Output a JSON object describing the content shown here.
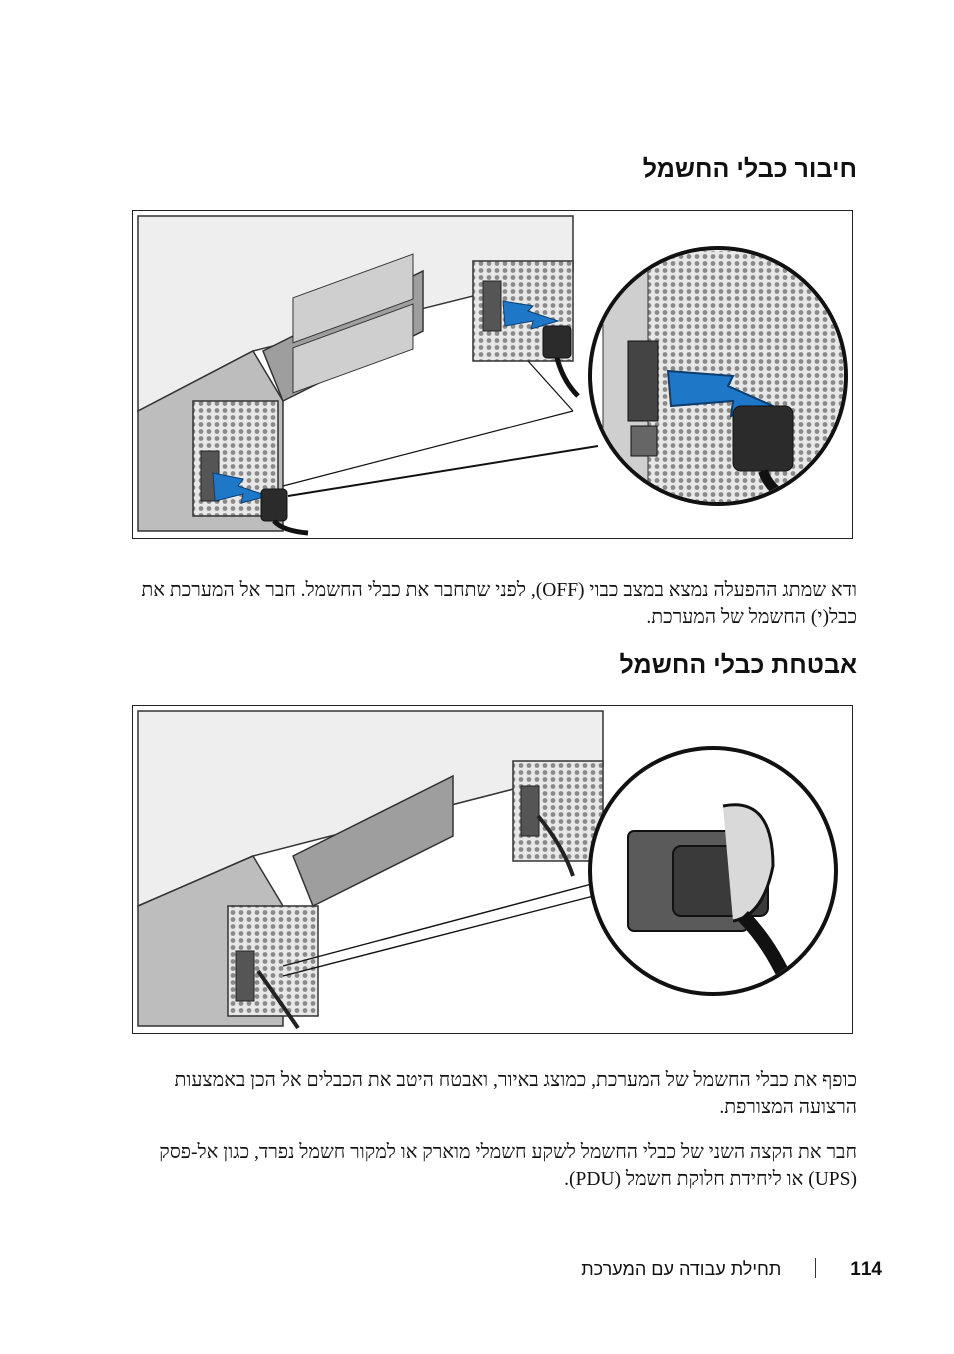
{
  "sections": [
    {
      "title": "חיבור כבלי החשמל",
      "body": "ודא שמתג ההפעלה נמצא במצב כבוי (OFF), לפני שתחבר את כבלי החשמל. חבר אל המערכת את כבל(י) החשמל של המערכת."
    },
    {
      "title": "אבטחת כבלי החשמל",
      "body": "כופף את כבלי החשמל של המערכת, כמוצג באיור, ואבטח היטב את הכבלים אל הכן באמצעות הרצועה המצורפת."
    }
  ],
  "extra_paragraph": "חבר את הקצה השני של כבלי החשמל לשקע חשמלי מוארק או למקור חשמל נפרד, כגון אל-פסק (UPS) או ליחידת חלוקת חשמל (PDU).",
  "footer": {
    "page_number": "114",
    "section_title": "תחילת עבודה עם המערכת"
  },
  "colors": {
    "arrow": "#1f77c8",
    "chassis": "#d9d9d9",
    "dark": "#3a3a3a"
  }
}
